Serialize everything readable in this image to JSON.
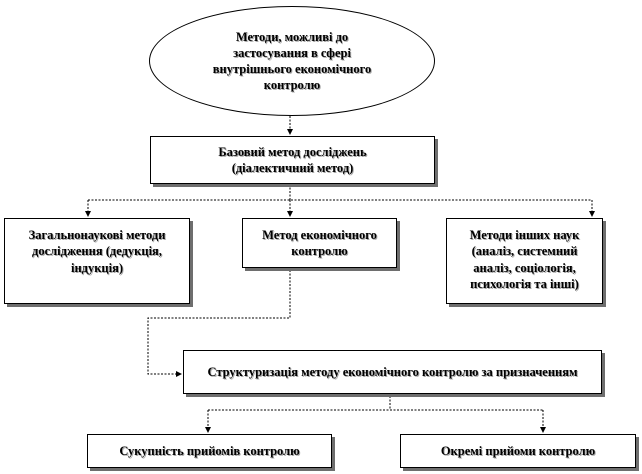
{
  "diagram": {
    "root": "Методи, можливі до застосування в сфері внутрішнього економічного контролю",
    "base": [
      "Базовий метод досліджень",
      "(діалектичний метод)"
    ],
    "general": "Загальнонаукові методи дослідження (дедукція, індукція)",
    "econ": "Метод економічного контролю",
    "other": "Методи інших наук (аналіз, системний аналіз, соціологія, психологія та інші)",
    "struct": "Структуризація методу економічного контролю за призначенням",
    "set": "Сукупність прийомів контролю",
    "separate": "Окремі прийоми контролю"
  },
  "colors": {
    "line": "#000000",
    "shadow": "#6e6e6e",
    "background": "#ffffff"
  }
}
